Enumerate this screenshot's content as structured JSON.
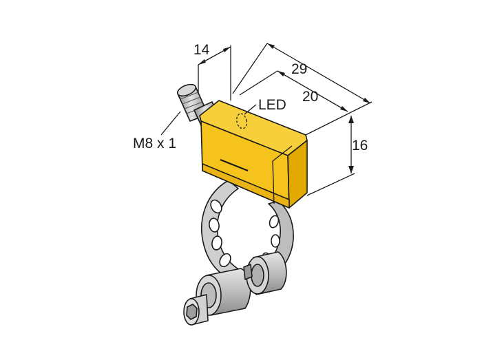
{
  "labels": {
    "dim_14": "14",
    "dim_29": "29",
    "dim_20": "20",
    "dim_16": "16",
    "led": "LED",
    "thread": "M8 x 1"
  },
  "colors": {
    "housing": "#f5c31c",
    "housing_dark": "#e2a900",
    "metal": "#c9c9c9",
    "metal_dark": "#9b9b9b",
    "line": "#1a1a1a"
  }
}
